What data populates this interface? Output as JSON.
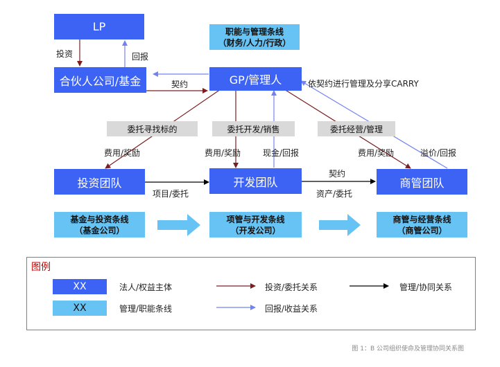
{
  "nodes": {
    "lp": "LP",
    "partner_fund": "合伙人公司/基金",
    "gp": "GP/管理人",
    "invest_team": "投资团队",
    "dev_team": "开发团队",
    "commerce_team": "商管团队"
  },
  "lines": {
    "functional": [
      "职能与管理条线",
      "（财务/人力/行政）"
    ],
    "fund_invest": [
      "基金与投资条线",
      "（基金公司）"
    ],
    "pm_dev": [
      "项管与开发条线",
      "（开发公司）"
    ],
    "commerce_ops": [
      "商管与经营条线",
      "（商管公司）"
    ]
  },
  "delegations": {
    "find_target": "委托寻找标的",
    "dev_sales": "委托开发/销售",
    "ops_mgmt": "委托经营/管理"
  },
  "edge_labels": {
    "invest": "投资",
    "return_lp": "回报",
    "contract_gp": "契约",
    "carry_note": "依契约进行管理及分享CARRY",
    "fee_bonus_1": "费用/奖励",
    "fee_bonus_2": "费用/奖励",
    "cash_return": "现金/回报",
    "fee_bonus_3": "费用/奖励",
    "premium_return": "溢价/回报",
    "project_delegate": "项目/委托",
    "contract_2": "契约",
    "asset_delegate": "资产/委托"
  },
  "legend": {
    "title": "图例",
    "dark_swatch": "XX",
    "light_swatch": "XX",
    "dark_desc": "法人/权益主体",
    "light_desc": "管理/职能条线",
    "arrow_invest": "投资/委托关系",
    "arrow_manage": "管理/协同关系",
    "arrow_return": "回报/收益关系"
  },
  "caption": "图 1：B 公司组织使命及管理协同关系图",
  "colors": {
    "dark_box": "#3d63f5",
    "light_box": "#67c3f3",
    "grey_box": "#d9d9d9",
    "invest_arrow": "#7a1f1f",
    "return_arrow": "#7283f0",
    "manage_arrow": "#000000",
    "legend_title": "#c00000"
  }
}
